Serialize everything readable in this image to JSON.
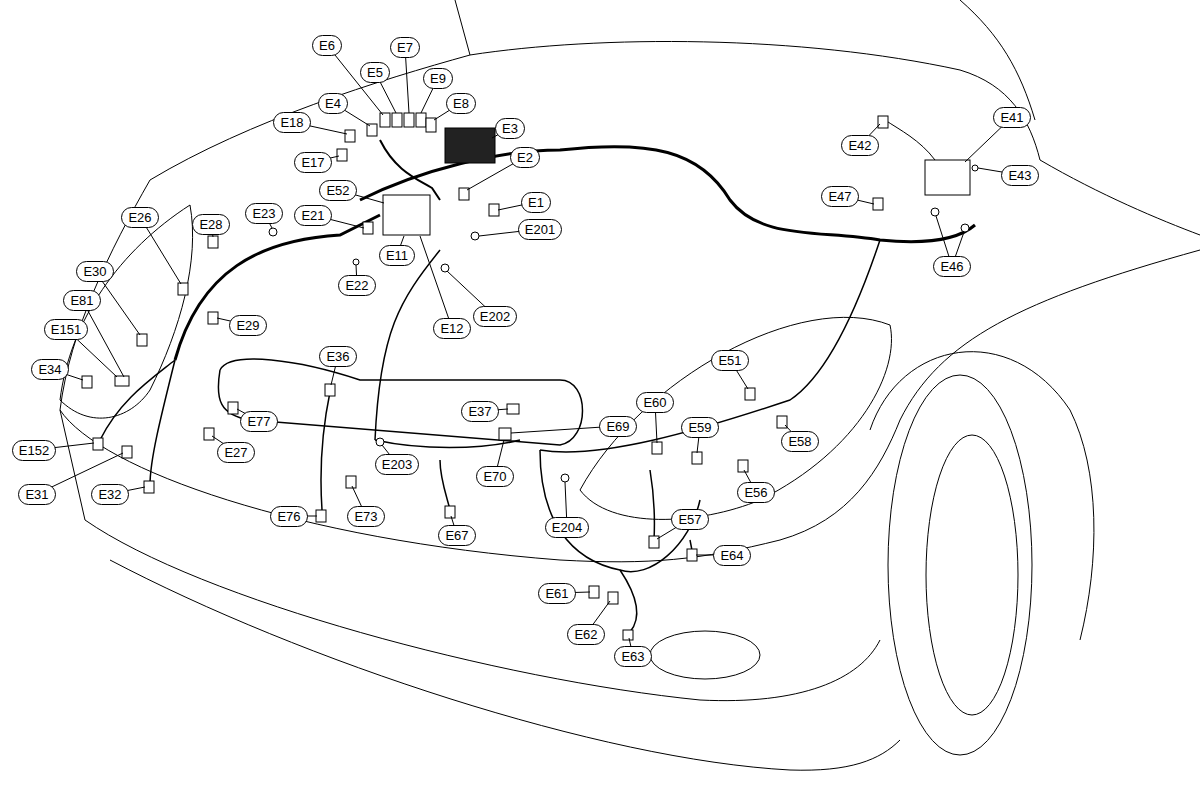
{
  "diagram": {
    "nodes": [
      {
        "text": [
          "E6"
        ]
      },
      {
        "text": [
          "E7"
        ]
      },
      {
        "text": [
          "E5"
        ]
      },
      {
        "text": [
          "E9"
        ]
      },
      {
        "text": [
          "E4"
        ]
      },
      {
        "text": [
          "E8"
        ]
      },
      {
        "text": [
          "E41"
        ]
      },
      {
        "text": [
          "E18"
        ]
      },
      {
        "text": [
          "E3"
        ]
      },
      {
        "text": [
          "E42"
        ]
      },
      {
        "text": [
          "E2"
        ]
      },
      {
        "text": [
          "E17"
        ]
      },
      {
        "text": [
          "E43"
        ]
      },
      {
        "text": [
          "E52"
        ]
      },
      {
        "text": [
          "E47"
        ]
      },
      {
        "text": [
          "E1"
        ]
      },
      {
        "text": [
          "E23"
        ]
      },
      {
        "text": [
          "E21"
        ]
      },
      {
        "text": [
          "E26"
        ]
      },
      {
        "text": [
          "E28"
        ]
      },
      {
        "text": [
          "E201"
        ]
      },
      {
        "text": [
          "E11"
        ]
      },
      {
        "text": [
          "E46"
        ]
      },
      {
        "text": [
          "E30"
        ]
      },
      {
        "text": [
          "E22"
        ]
      },
      {
        "text": [
          "E81"
        ]
      },
      {
        "text": [
          "E202"
        ]
      },
      {
        "text": [
          "E29"
        ]
      },
      {
        "text": [
          "E12"
        ]
      },
      {
        "text": [
          "E151"
        ]
      },
      {
        "text": [
          "E36"
        ]
      },
      {
        "text": [
          "E51"
        ]
      },
      {
        "text": [
          "E34"
        ]
      },
      {
        "text": [
          "E60"
        ]
      },
      {
        "text": [
          "E37"
        ]
      },
      {
        "text": [
          "E77"
        ]
      },
      {
        "text": [
          "E69"
        ]
      },
      {
        "text": [
          "E59"
        ]
      },
      {
        "text": [
          "E58"
        ]
      },
      {
        "text": [
          "E152"
        ]
      },
      {
        "text": [
          "E27"
        ]
      },
      {
        "text": [
          "E203"
        ]
      },
      {
        "text": [
          "E70"
        ]
      },
      {
        "text": [
          "E56"
        ]
      },
      {
        "text": [
          "E31"
        ]
      },
      {
        "text": [
          "E32"
        ]
      },
      {
        "text": [
          "E76"
        ]
      },
      {
        "text": [
          "E73"
        ]
      },
      {
        "text": [
          "E57"
        ]
      },
      {
        "text": [
          "E204"
        ]
      },
      {
        "text": [
          "E67"
        ]
      },
      {
        "text": [
          "E64"
        ]
      },
      {
        "text": [
          "E61"
        ]
      },
      {
        "text": [
          "E62"
        ]
      },
      {
        "text": [
          "E63"
        ]
      }
    ]
  }
}
